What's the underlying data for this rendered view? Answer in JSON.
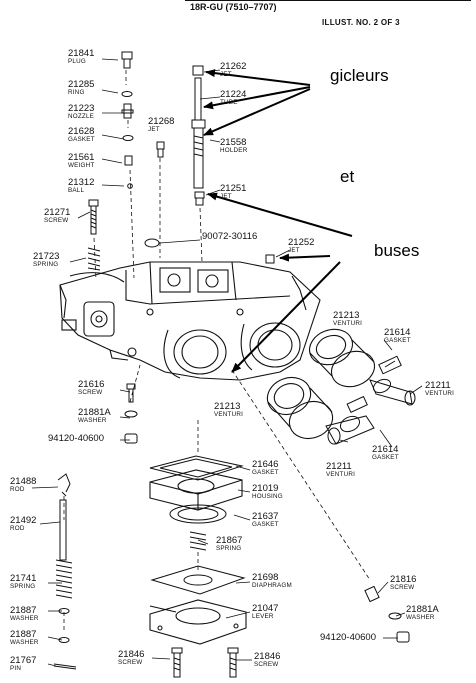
{
  "header": {
    "model": "18R-GU (7510–7707)",
    "illustration": "ILLUST. NO. 2 OF 3"
  },
  "annotations": {
    "jets": "gicleurs",
    "and": "et",
    "venturis": "buses"
  },
  "parts": [
    {
      "id": "p21841",
      "num": "21841",
      "desc": "PLUG"
    },
    {
      "id": "p21285",
      "num": "21285",
      "desc": "RING"
    },
    {
      "id": "p21223",
      "num": "21223",
      "desc": "NOZZLE"
    },
    {
      "id": "p21628",
      "num": "21628",
      "desc": "GASKET"
    },
    {
      "id": "p21561",
      "num": "21561",
      "desc": "WEIGHT"
    },
    {
      "id": "p21312",
      "num": "21312",
      "desc": "BALL"
    },
    {
      "id": "p21271",
      "num": "21271",
      "desc": "SCREW"
    },
    {
      "id": "p21723",
      "num": "21723",
      "desc": "SPRING"
    },
    {
      "id": "p21268",
      "num": "21268",
      "desc": "JET"
    },
    {
      "id": "p21262",
      "num": "21262",
      "desc": "JET"
    },
    {
      "id": "p21224",
      "num": "21224",
      "desc": "TUBE"
    },
    {
      "id": "p21558",
      "num": "21558",
      "desc": "HOLDER"
    },
    {
      "id": "p21251",
      "num": "21251",
      "desc": "JET"
    },
    {
      "id": "p90072",
      "num": "90072-30116",
      "desc": ""
    },
    {
      "id": "p21252",
      "num": "21252",
      "desc": "JET"
    },
    {
      "id": "p21213a",
      "num": "21213",
      "desc": "VENTURI"
    },
    {
      "id": "p21614a",
      "num": "21614",
      "desc": "GASKET"
    },
    {
      "id": "p21211a",
      "num": "21211",
      "desc": "VENTURI"
    },
    {
      "id": "p21616",
      "num": "21616",
      "desc": "SCREW"
    },
    {
      "id": "p21881a",
      "num": "21881A",
      "desc": "WASHER"
    },
    {
      "id": "p94120a",
      "num": "94120-40600",
      "desc": ""
    },
    {
      "id": "p21213b",
      "num": "21213",
      "desc": "VENTURI"
    },
    {
      "id": "p21614b",
      "num": "21614",
      "desc": "GASKET"
    },
    {
      "id": "p21211b",
      "num": "21211",
      "desc": "VENTURI"
    },
    {
      "id": "p21488",
      "num": "21488",
      "desc": "ROD"
    },
    {
      "id": "p21646",
      "num": "21646",
      "desc": "GASKET"
    },
    {
      "id": "p21019",
      "num": "21019",
      "desc": "HOUSING"
    },
    {
      "id": "p21637",
      "num": "21637",
      "desc": "GASKET"
    },
    {
      "id": "p21492",
      "num": "21492",
      "desc": "ROD"
    },
    {
      "id": "p21867",
      "num": "21867",
      "desc": "SPRING"
    },
    {
      "id": "p21741",
      "num": "21741",
      "desc": "SPRING"
    },
    {
      "id": "p21698",
      "num": "21698",
      "desc": "DIAPHRAGM"
    },
    {
      "id": "p21816",
      "num": "21816",
      "desc": "SCREW"
    },
    {
      "id": "p21887a",
      "num": "21887",
      "desc": "WASHER"
    },
    {
      "id": "p21047",
      "num": "21047",
      "desc": "LEVER"
    },
    {
      "id": "p21881b",
      "num": "21881A",
      "desc": "WASHER"
    },
    {
      "id": "p21887b",
      "num": "21887",
      "desc": "WASHER"
    },
    {
      "id": "p94120b",
      "num": "94120-40600",
      "desc": ""
    },
    {
      "id": "p21846a",
      "num": "21846",
      "desc": "SCREW"
    },
    {
      "id": "p21846b",
      "num": "21846",
      "desc": "SCREW"
    },
    {
      "id": "p21767",
      "num": "21767",
      "desc": "PIN"
    }
  ]
}
